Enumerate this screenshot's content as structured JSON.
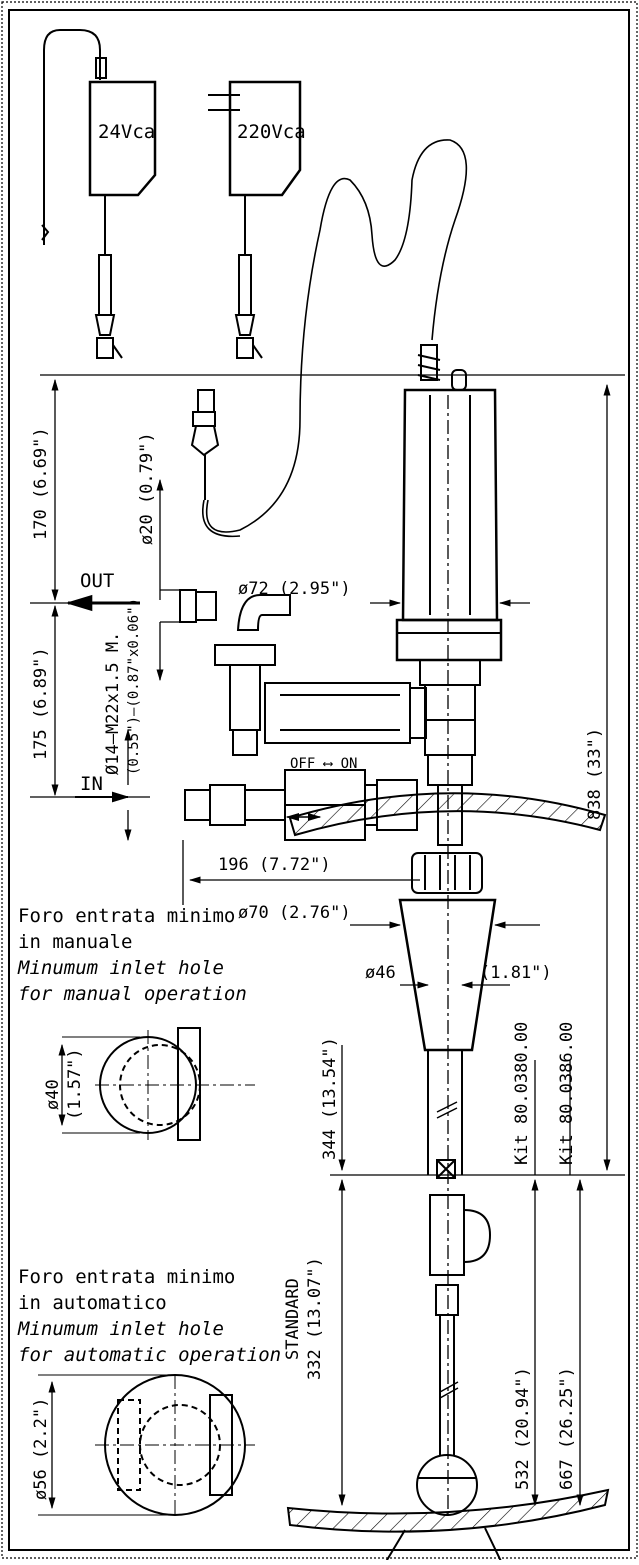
{
  "adapters": {
    "low_voltage": "24Vca",
    "mains": "220Vca"
  },
  "dimensions": {
    "height_top": "170 (6.69\")",
    "cable_diameter": "ø20 (0.79\")",
    "motor_diameter": "ø72 (2.95\")",
    "outlet_label": "OUT",
    "inlet_label": "IN",
    "height_mid": "175 (6.89\")",
    "thread_spec": "Ø14–M22x1.5 M.",
    "thread_spec_imperial": "(0.55\")–(0.87\"x0.06\")",
    "valve_state": "OFF ⟷ ON",
    "inlet_offset": "196 (7.72\")",
    "flange_diameter": "ø70 (2.76\")",
    "tube_diameter": "ø46",
    "tube_diameter_imperial": "(1.81\")",
    "total_length": "838 (33\")",
    "insert_depth": "344 (13.54\")",
    "kit_a": "Kit 80.0380.00",
    "kit_b": "Kit 80.0386.00",
    "standard_label": "STANDARD",
    "standard_length": "332 (13.07\")",
    "kit_a_length": "532 (20.94\")",
    "kit_b_length": "667 (26.25\")"
  },
  "notes": {
    "manual": {
      "line1": "Foro entrata minimo",
      "line2": "in manuale",
      "line3": "Minumum inlet hole",
      "line4": "for manual operation",
      "dia": "ø40",
      "dia_imperial": "(1.57\")"
    },
    "automatic": {
      "line1": "Foro entrata minimo",
      "line2": "in automatico",
      "line3": "Minumum inlet hole",
      "line4": "for automatic operation",
      "dia": "ø56  (2.2\")"
    }
  }
}
